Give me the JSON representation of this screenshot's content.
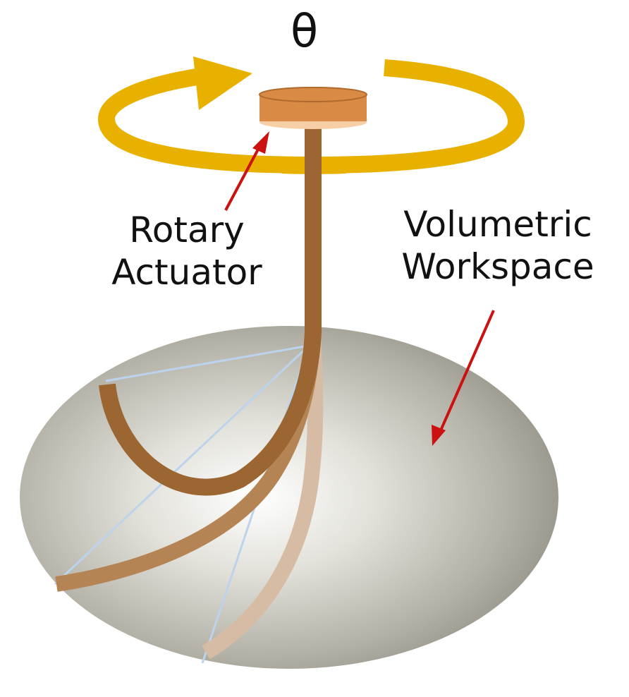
{
  "labels": {
    "angle": "θ",
    "actuator_line1": "Rotary",
    "actuator_line2": "Actuator",
    "workspace_line1": "Volumetric",
    "workspace_line2": "Workspace"
  },
  "colors": {
    "ring": "#e8b100",
    "actuator_top": "#d98a45",
    "actuator_edge": "#b06a2d",
    "actuator_bottom": "#f7cfa6",
    "rod_dark": "#9c6632",
    "rod_mid": "#b58455",
    "rod_light": "#d6bca4",
    "arrow": "#cc1111",
    "guide": "#bcd3ee",
    "workspace_center": "#ffffff",
    "workspace_edge": "#8e8c80"
  }
}
